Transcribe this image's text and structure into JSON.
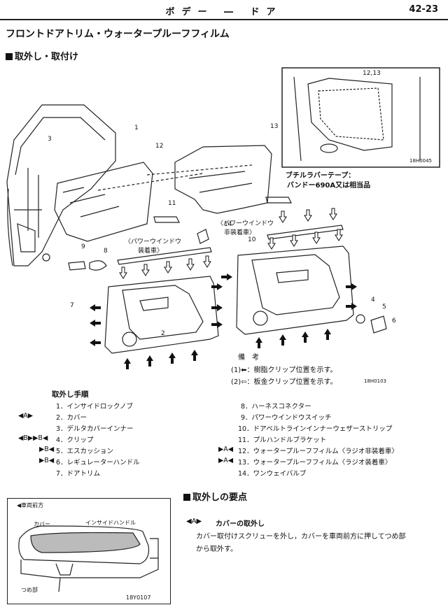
{
  "header": {
    "title": "ボデー ― ドア",
    "page": "42-23"
  },
  "section_title": "フロントドアトリム・ウォータープルーフフィルム",
  "subsection_title": "取外し・取付け",
  "diagram": {
    "callouts": [
      "1",
      "2",
      "3",
      "4",
      "5",
      "6",
      "7",
      "8",
      "9",
      "10",
      "11",
      "12",
      "13",
      "14"
    ],
    "callout_1213": "12,13",
    "inset_code": "18H0045",
    "inset_caption_1": "ブチルラバーテープ：",
    "inset_caption_2": "バンドー690A又は相当品",
    "label_power_window": "パワーウインドウ",
    "label_installed": "装着車〉",
    "label_not_installed": "非装着車〉",
    "label_power_window_left": "〈パワーウインドウ",
    "label_power_window_right": "〈パワーウインドウ",
    "notes_title": "備　考",
    "note_1": "(1)⬅：樹脂クリップ位置を示す。",
    "note_2": "(2)⇦：板金クリップ位置を示す。",
    "main_code": "18H0103"
  },
  "procedure": {
    "title": "取外し手順",
    "left_steps": [
      {
        "mark": "",
        "text": "1．インサイドロックノブ"
      },
      {
        "mark": "◀A▶",
        "text": "2．カバー"
      },
      {
        "mark": "",
        "text": "3．デルタカバーインナー"
      },
      {
        "mark": "◀B▶▶B◀",
        "text": "4．クリップ"
      },
      {
        "mark": "▶B◀",
        "text": "5．エスカッション"
      },
      {
        "mark": "▶B◀",
        "text": "6．レギュレーターハンドル"
      },
      {
        "mark": "",
        "text": "7．ドアトリム"
      }
    ],
    "right_steps": [
      {
        "mark": "",
        "text": "8．ハーネスコネクター"
      },
      {
        "mark": "",
        "text": "9．パワーウインドウスイッチ"
      },
      {
        "mark": "",
        "text": "10．ドアベルトラインインナーウェザーストリップ"
      },
      {
        "mark": "",
        "text": "11．プルハンドルブラケット"
      },
      {
        "mark": "▶A◀",
        "text": "12．ウォータープルーフフィルム〈ラジオ非装着車〉"
      },
      {
        "mark": "▶A◀",
        "text": "13．ウォータープルーフフィルム〈ラジオ装着車〉"
      },
      {
        "mark": "",
        "text": "14．ワンウェイバルブ"
      }
    ]
  },
  "detail_figure": {
    "direction_label": "◀車両前方",
    "cover_label": "カバー",
    "handle_label": "インサイドハンドル",
    "tab_label": "つめ部",
    "code": "18Y0107"
  },
  "removal_points": {
    "title": "取外しの要点",
    "item_mark": "◀A▶",
    "item_title": "カバーの取外し",
    "body_line_1": "カバー取付けスクリューを外し，カバーを車両前方に押してつめ部",
    "body_line_2": "から取外す。"
  }
}
